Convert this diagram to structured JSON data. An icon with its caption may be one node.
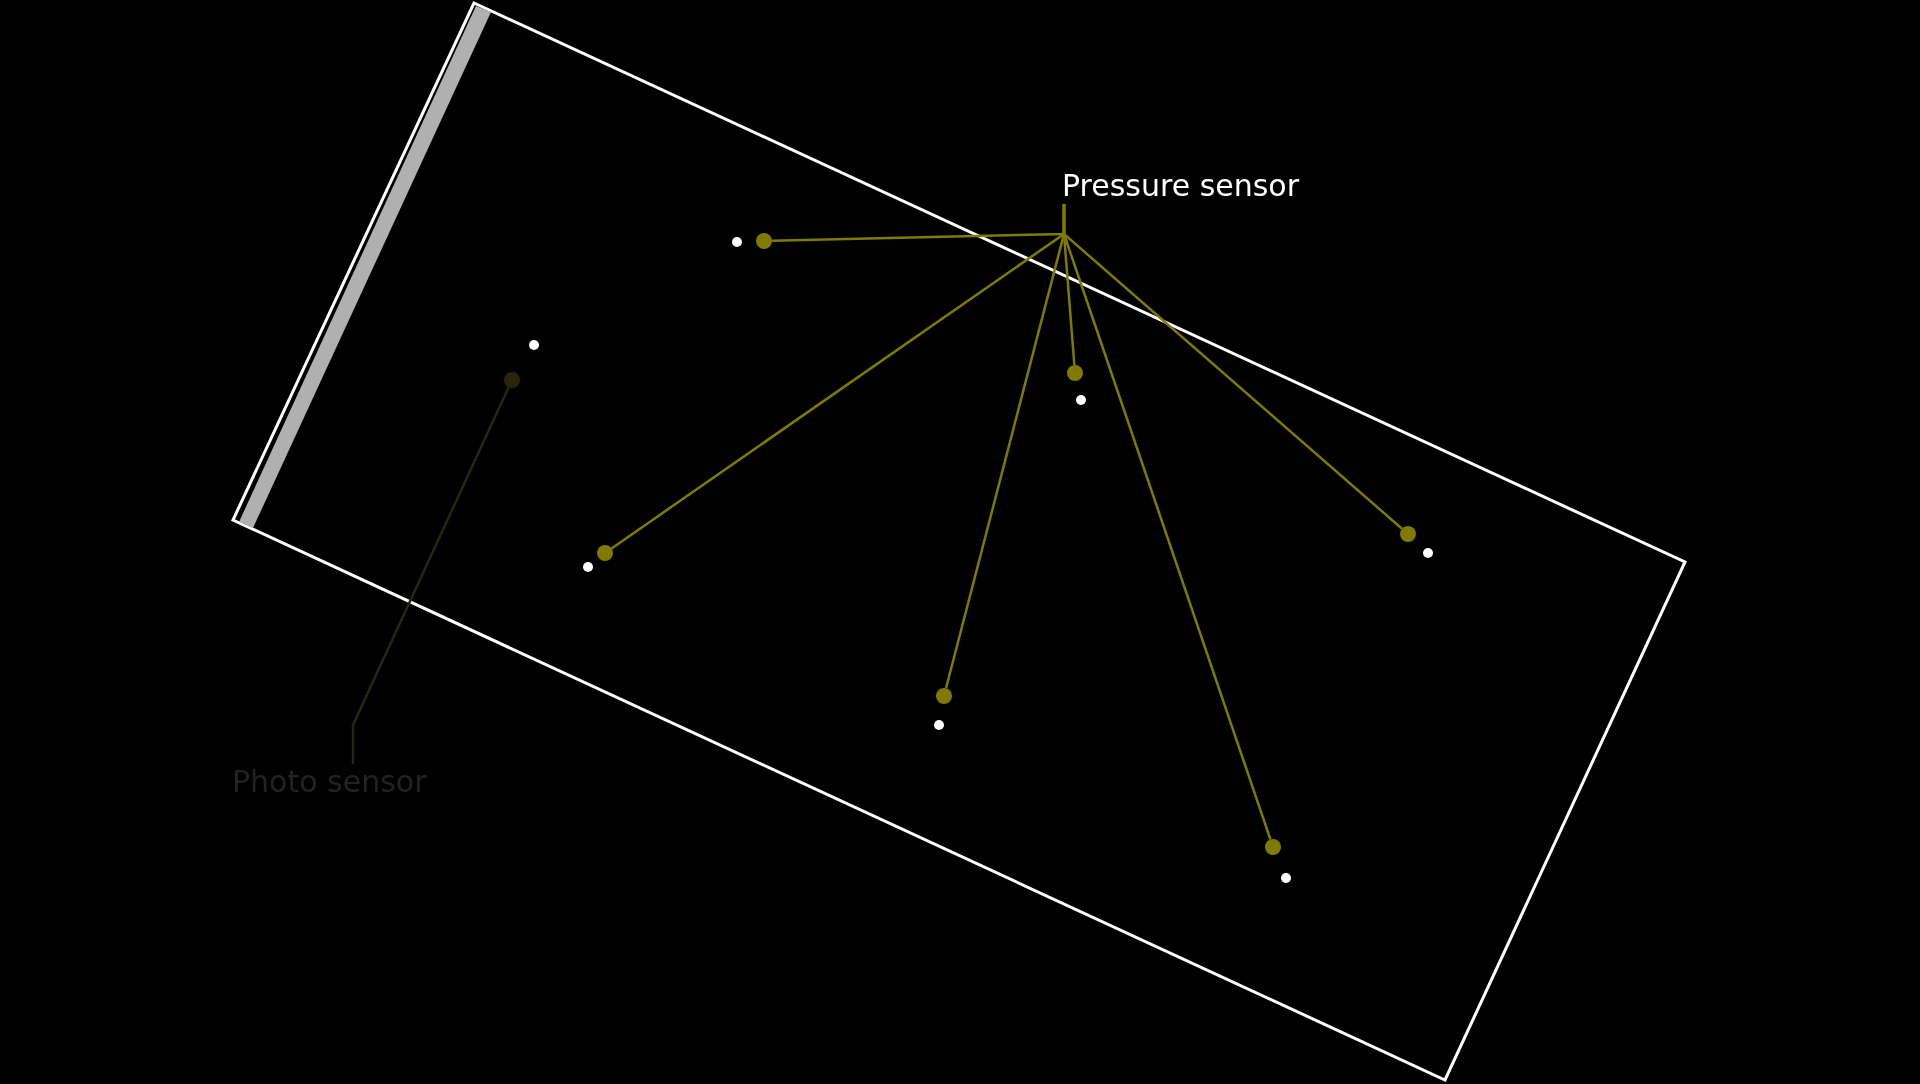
{
  "diagram": {
    "nodes": [
      {
        "text": [
          "Pressure sensor"
        ]
      },
      {
        "text": [
          "Photo sensor"
        ]
      },
      {
        "text": [],
        "shape": "circle"
      },
      {
        "text": [],
        "shape": "circle"
      },
      {
        "text": [],
        "shape": "circle"
      },
      {
        "text": [],
        "shape": "circle"
      },
      {
        "text": [],
        "shape": "circle"
      },
      {
        "text": [],
        "shape": "circle"
      },
      {
        "text": [],
        "shape": "circle"
      }
    ],
    "edges": [
      {
        "from": 0,
        "to": 2,
        "arrow": "none"
      },
      {
        "from": 0,
        "to": 3,
        "arrow": "none"
      },
      {
        "from": 0,
        "to": 4,
        "arrow": "none"
      },
      {
        "from": 0,
        "to": 5,
        "arrow": "none"
      },
      {
        "from": 0,
        "to": 6,
        "arrow": "none"
      },
      {
        "from": 0,
        "to": 7,
        "arrow": "none"
      },
      {
        "from": 1,
        "to": 8,
        "arrow": "none",
        "color": "#27270c"
      }
    ]
  }
}
